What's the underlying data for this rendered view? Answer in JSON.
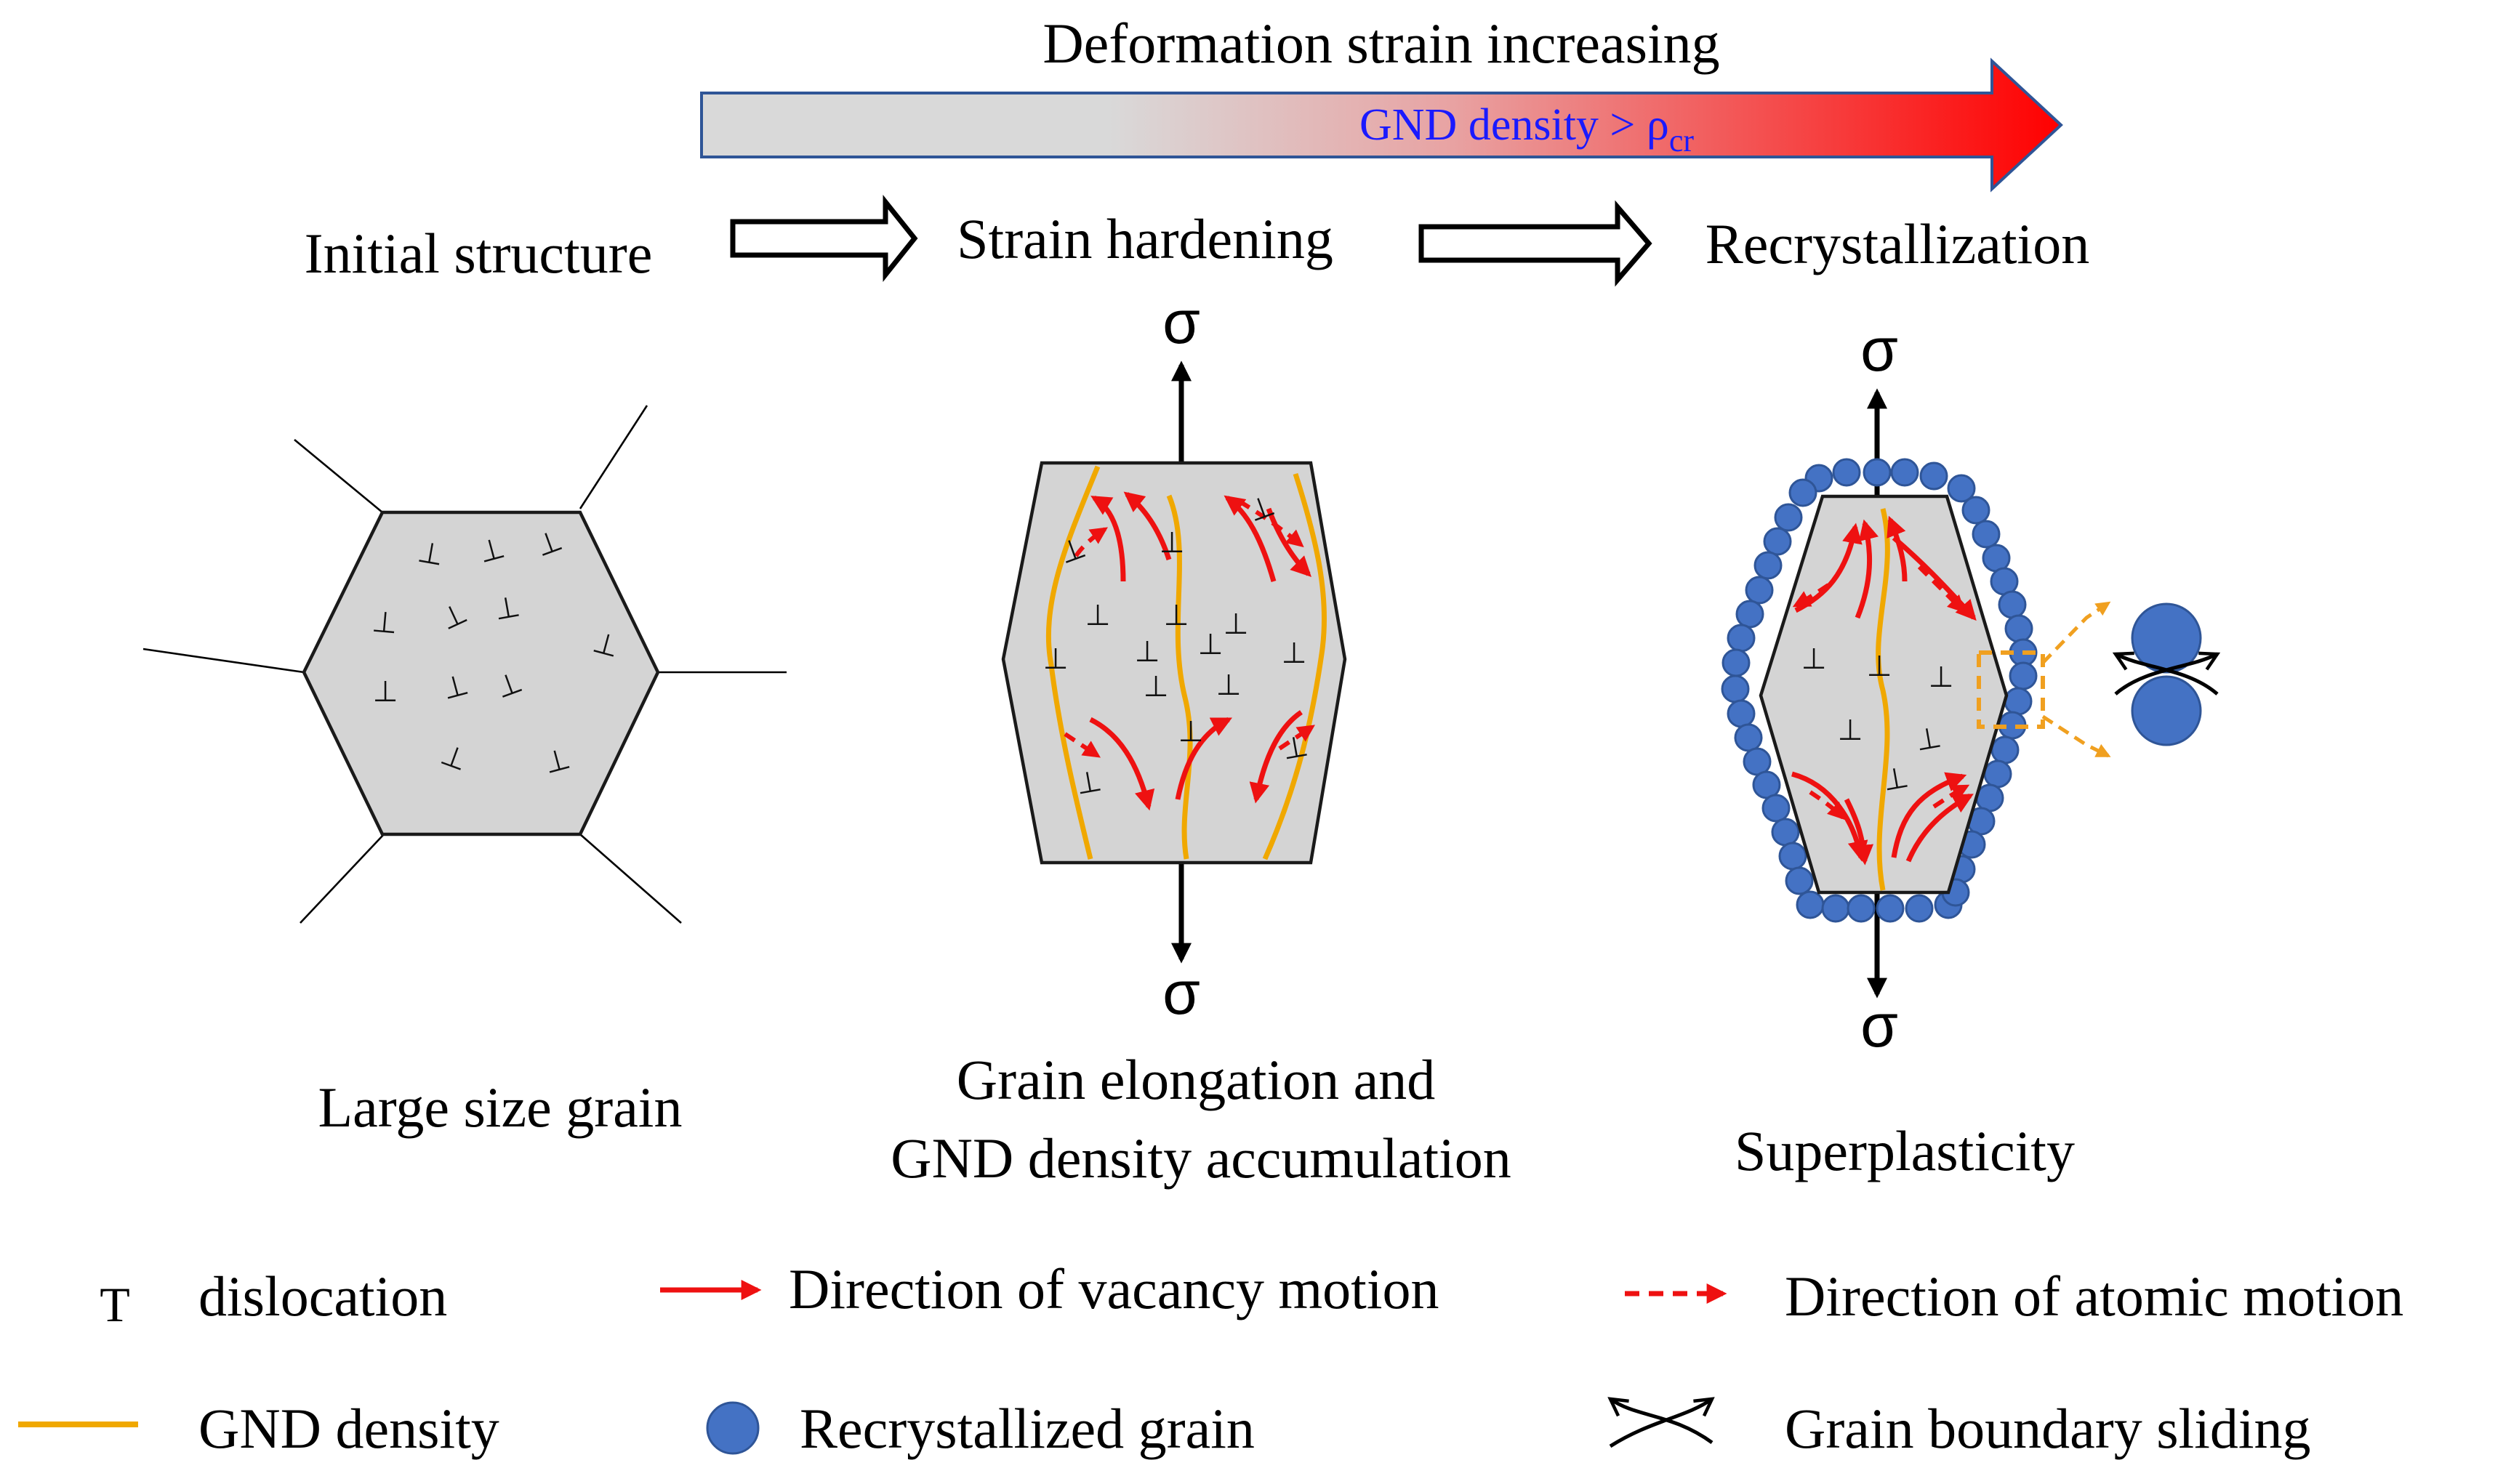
{
  "header": {
    "strain_title": "Deformation strain increasing",
    "gnd_label_main": "GND density > ρ",
    "gnd_label_sub": "cr",
    "gradient_start_color": "#d9d9d9",
    "gradient_end_color": "#ff0000"
  },
  "stages": [
    {
      "title": "Initial structure",
      "caption_lines": [
        "Large size grain"
      ]
    },
    {
      "title": "Strain hardening",
      "caption_lines": [
        "Grain elongation and",
        "GND density accumulation"
      ]
    },
    {
      "title": "Recrystallization",
      "caption_lines": [
        "Superplasticity"
      ]
    }
  ],
  "stress_symbol": "σ",
  "dislocation_symbol": "⊥",
  "legend": [
    {
      "icon": "dislocation-icon",
      "label": "dislocation"
    },
    {
      "icon": "vacancy-arrow-icon",
      "label": "Direction of vacancy motion"
    },
    {
      "icon": "atomic-arrow-icon",
      "label": "Direction of atomic motion"
    },
    {
      "icon": "gnd-line-icon",
      "label": "GND density"
    },
    {
      "icon": "recrystallized-grain-icon",
      "label": "Recrystallized grain"
    },
    {
      "icon": "grain-sliding-icon",
      "label": "Grain boundary sliding"
    }
  ],
  "colors": {
    "grain_fill": "#d4d4d4",
    "gnd_line": "#f0a800",
    "motion_arrow": "#ee1111",
    "recrystallized_grain": "#4472c4",
    "gnd_label_text": "#1a1aff"
  }
}
